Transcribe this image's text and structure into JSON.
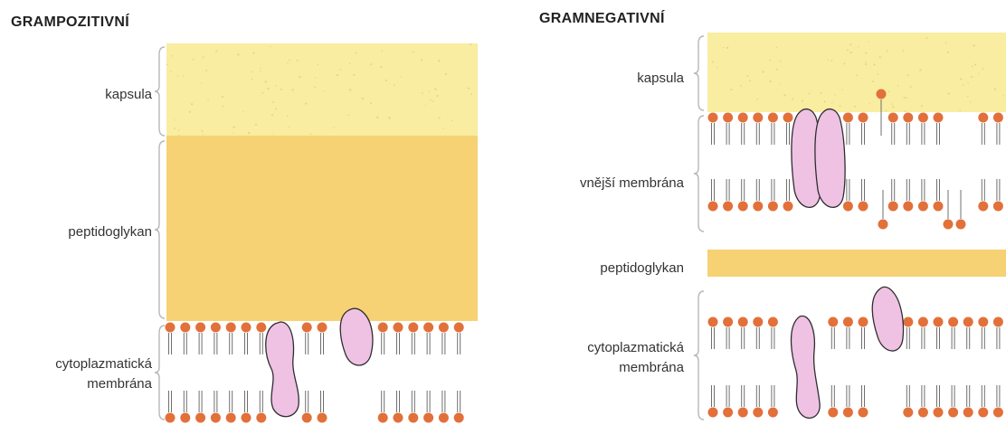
{
  "left_panel": {
    "title": "GRAMPOZITIVNÍ",
    "labels": {
      "capsule": "kapsula",
      "peptidoglycan": "peptidoglykan",
      "cytoplasmic_membrane": "cytoplazmatická membrána"
    }
  },
  "right_panel": {
    "title": "GRAMNEGATIVNÍ",
    "labels": {
      "capsule": "kapsula",
      "outer_membrane": "vnější membrána",
      "peptidoglycan": "peptidoglykan",
      "cytoplasmic_membrane": "cytoplazmatická membrána"
    }
  },
  "colors": {
    "capsule": "#f8eda0",
    "peptidoglycan": "#f6d274",
    "lipid_head": "#e2703a",
    "protein": "#efc2e4",
    "brace": "#b8b8b8"
  }
}
